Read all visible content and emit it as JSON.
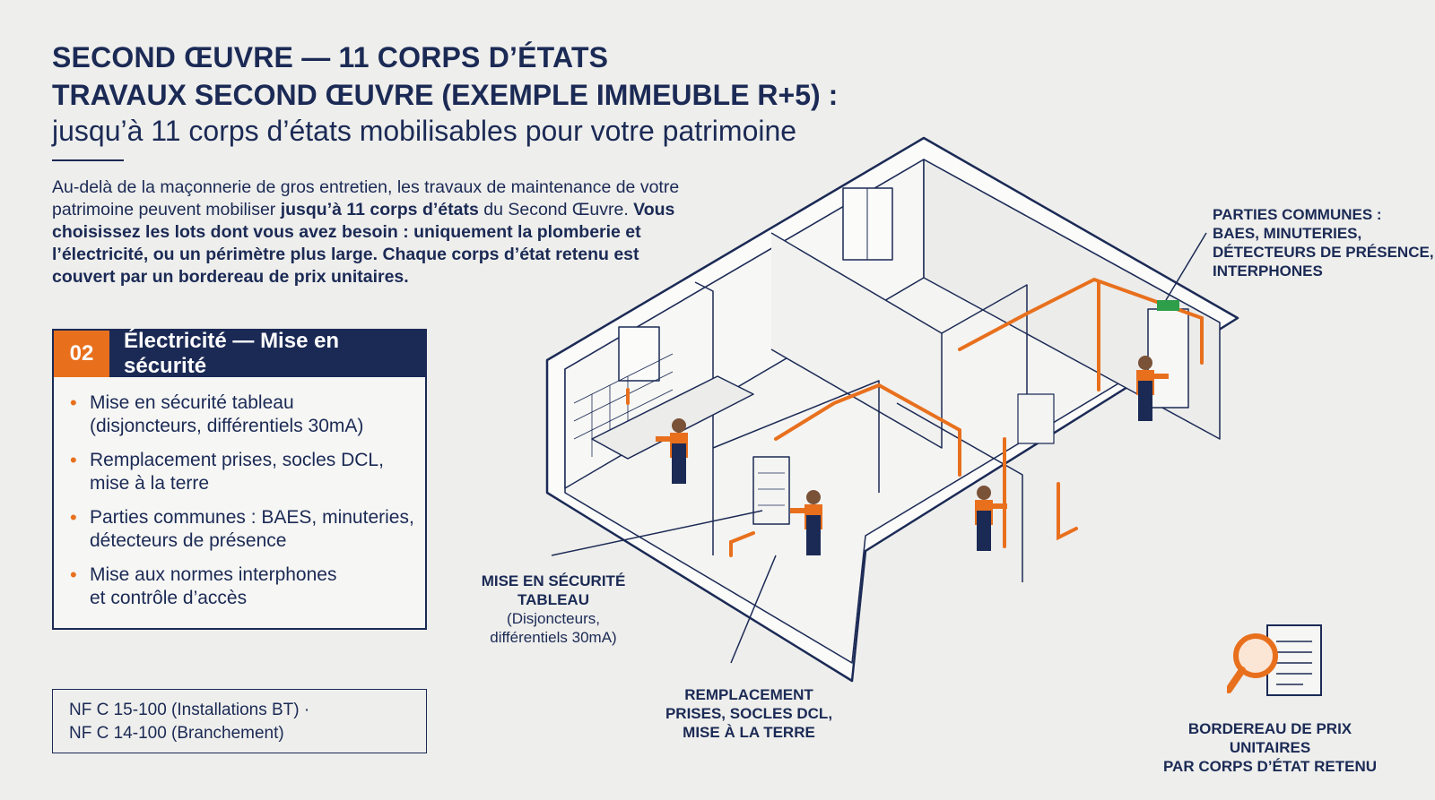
{
  "header": {
    "title_line1": "SECOND ŒUVRE — 11 CORPS D’ÉTATS",
    "title_line2": "TRAVAUX SECOND ŒUVRE (EXEMPLE IMMEUBLE R+5) :",
    "subtitle": "jusqu’à 11 corps d’états mobilisables pour votre patrimoine"
  },
  "intro": {
    "part1": "Au-delà de la maçonnerie de gros entretien, les travaux de maintenance de votre patrimoine peuvent mobiliser ",
    "part1_bold": "jusqu’à 11 corps d’états",
    "part2": " du Second Œuvre. ",
    "part2_bold": "Vous choisissez les lots dont vous avez besoin : uniquement la plomberie et l’électricité, ou un périmètre plus large. Chaque corps d’état retenu est couvert par un bordereau de prix unitaires."
  },
  "card": {
    "number": "02",
    "title": "Électricité — Mise en sécurité",
    "items": [
      {
        "line1": "Mise en sécurité tableau",
        "line2": "(disjoncteurs, différentiels 30mA)"
      },
      {
        "line1": "Remplacement prises, socles DCL,",
        "line2": "mise à la terre"
      },
      {
        "line1": "Parties communes : BAES, minuteries,",
        "line2": "détecteurs de présence"
      },
      {
        "line1": "Mise aux normes interphones",
        "line2": "et contrôle d’accès"
      }
    ]
  },
  "norms": {
    "line1": "NF C 15-100 (Installations BT) ·",
    "line2": "NF C 14-100 (Branchement)"
  },
  "callouts": {
    "common": [
      "PARTIES COMMUNES :",
      "BAES, MINUTERIES,",
      "DÉTECTEURS DE PRÉSENCE,",
      "INTERPHONES"
    ],
    "tableau": [
      "MISE EN SÉCURITÉ",
      "TABLEAU"
    ],
    "tableau_sub": [
      "(Disjoncteurs,",
      "différentiels 30mA)"
    ],
    "prises": [
      "REMPLACEMENT",
      "PRISES, SOCLES DCL,",
      "MISE À LA TERRE"
    ],
    "bpu": [
      "BORDEREAU DE PRIX UNITAIRES",
      "PAR CORPS D’ÉTAT RETENU"
    ]
  },
  "colors": {
    "navy": "#1b2a55",
    "orange": "#e8701d",
    "background": "#eeeeec"
  },
  "icons": [
    "magnifier-document-icon"
  ]
}
